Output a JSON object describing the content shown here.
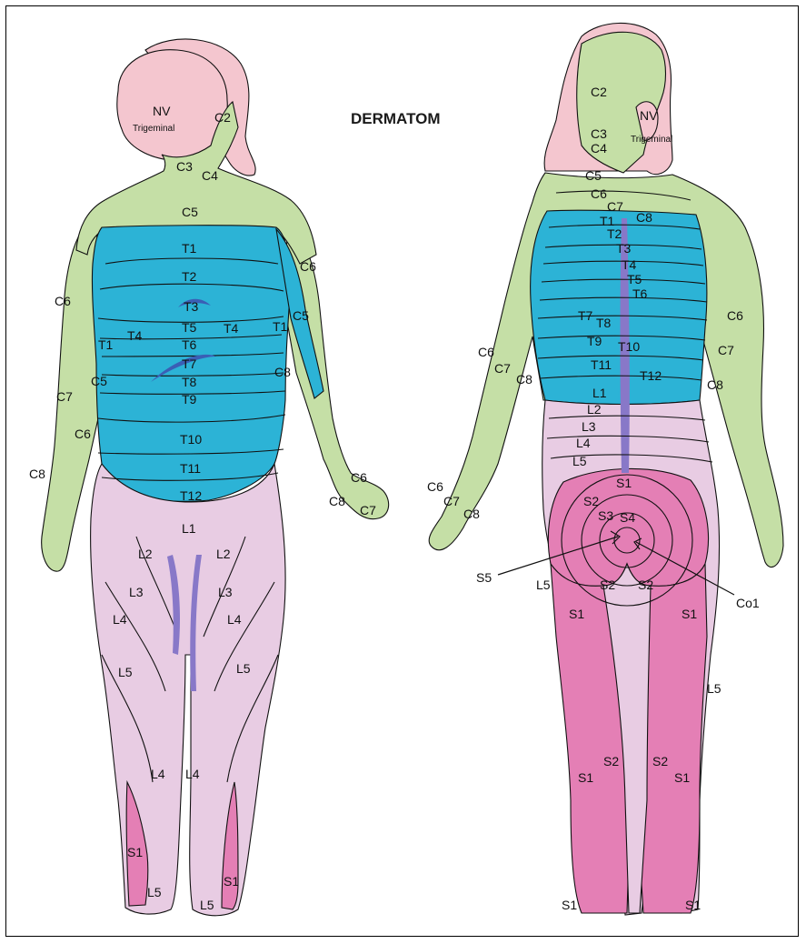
{
  "title": "DERMATOM",
  "colors": {
    "cranial": "#f4c6cf",
    "cervical": "#c5dfa6",
    "thoracic": "#2cb3d6",
    "lumbar": "#e8cce3",
    "sacral": "#e47fb5",
    "sacral_dark": "#d95aa0",
    "accent_purple": "#8878c8",
    "accent_blue": "#3a5fb5",
    "accent_green": "#86c24e"
  },
  "front_labels": {
    "nv": "NV",
    "trigeminal": "Trigeminal",
    "c2": "C2",
    "c3": "C3",
    "c4": "C4",
    "c5": "C5",
    "c6_l": "C6",
    "c6_r": "C6",
    "c6_l2": "C6",
    "c6_hand": "C6",
    "c5_l": "C5",
    "c5_r": "C5",
    "c7_l": "C7",
    "c7_hand": "C7",
    "c8_l": "C8",
    "c8_r": "C8",
    "c8_hand": "C8",
    "t1": "T1",
    "t1_l": "T1",
    "t1_r": "T1",
    "t2": "T2",
    "t3": "T3",
    "t4_l": "T4",
    "t4_r": "T4",
    "t5": "T5",
    "t6": "T6",
    "t7": "T7",
    "t8": "T8",
    "t9": "T9",
    "t10": "T10",
    "t11": "T11",
    "t12": "T12",
    "l1": "L1",
    "l2_l": "L2",
    "l2_r": "L2",
    "l3_l": "L3",
    "l3_r": "L3",
    "l4_l": "L4",
    "l4_r": "L4",
    "l4_ll": "L4",
    "l4_rl": "L4",
    "l5_l": "L5",
    "l5_r": "L5",
    "l5_fl": "L5",
    "l5_fr": "L5",
    "s1_l": "S1",
    "s1_r": "S1"
  },
  "back_labels": {
    "nv": "NV",
    "trigeminal": "Trigeminal",
    "c2": "C2",
    "c3": "C3",
    "c4": "C4",
    "c5": "C5",
    "c6": "C6",
    "c7": "C7",
    "c8": "C8",
    "c6_r": "C6",
    "c7_r": "C7",
    "c8_r": "C8",
    "c6_l": "C6",
    "c7_l": "C7",
    "c8_l": "C8",
    "c6_hand": "C6",
    "c7_hand": "C7",
    "c8_hand": "C8",
    "t1": "T1",
    "t2": "T2",
    "t3": "T3",
    "t4": "T4",
    "t5": "T5",
    "t6": "T6",
    "t7": "T7",
    "t8": "T8",
    "t9": "T9",
    "t10": "T10",
    "t11": "T11",
    "t12": "T12",
    "l1": "L1",
    "l2": "L2",
    "l3": "L3",
    "l4": "L4",
    "l5": "L5",
    "l5_l": "L5",
    "l5_r": "L5",
    "s1_top": "S1",
    "s2": "S2",
    "s3": "S3",
    "s4": "S4",
    "s5": "S5",
    "co1": "Co1",
    "s2_l": "S2",
    "s2_r": "S2",
    "s1_l": "S1",
    "s1_r": "S1",
    "s2_ll": "S2",
    "s2_rl": "S2",
    "s1_ll": "S1",
    "s1_rl": "S1",
    "s1_fl": "S1",
    "s1_fr": "S1"
  }
}
